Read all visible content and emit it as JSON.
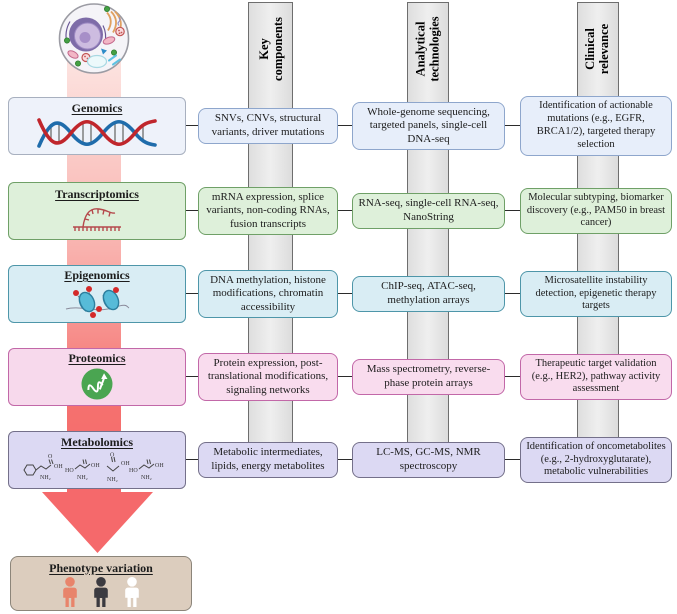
{
  "columns": [
    {
      "label": "Key\ncomponents"
    },
    {
      "label": "Analytical\ntechnologies"
    },
    {
      "label": "Clinical\nrelevance"
    }
  ],
  "rows": [
    {
      "label": "Genomics",
      "icon": "dna-helix-icon",
      "key_components": "SNVs, CNVs, structural variants, driver mutations",
      "analytical_technologies": "Whole-genome sequencing, targeted panels, single-cell DNA-seq",
      "clinical_relevance": "Identification of actionable mutations (e.g., EGFR, BRCA1/2), targeted therapy selection",
      "fill": "#e7eefa",
      "border": "#8ea6cc",
      "label_fill": "#eef2fa",
      "label_border": "#a8b0bf"
    },
    {
      "label": "Transcriptomics",
      "icon": "rna-hairpin-icon",
      "key_components": "mRNA expression, splice variants, non-coding RNAs, fusion transcripts",
      "analytical_technologies": "RNA-seq, single-cell RNA-seq, NanoString",
      "clinical_relevance": "Molecular subtyping, biomarker discovery (e.g., PAM50 in breast cancer)",
      "fill": "#def0da",
      "border": "#6fa067",
      "label_fill": "#def0da",
      "label_border": "#6fa067"
    },
    {
      "label": "Epigenomics",
      "icon": "histone-methylation-icon",
      "key_components": "DNA methylation, histone modifications, chromatin accessibility",
      "analytical_technologies": "ChIP-seq, ATAC-seq, methylation arrays",
      "clinical_relevance": "Microsatellite instability detection, epigenetic therapy targets",
      "fill": "#d9edf4",
      "border": "#4e96a9",
      "label_fill": "#d9edf4",
      "label_border": "#4e96a9"
    },
    {
      "label": "Proteomics",
      "icon": "protein-icon",
      "key_components": "Protein expression, post-translational modifications, signaling networks",
      "analytical_technologies": "Mass spectrometry, reverse-phase protein arrays",
      "clinical_relevance": "Therapeutic target validation (e.g., HER2), pathway activity assessment",
      "fill": "#f9dcee",
      "border": "#c268a8",
      "label_fill": "#f7d9ec",
      "label_border": "#c268a8"
    },
    {
      "label": "Metabolomics",
      "icon": "metabolite-molecules-icon",
      "key_components": "Metabolic intermediates, lipids, energy metabolites",
      "analytical_technologies": "LC-MS, GC-MS, NMR spectroscopy",
      "clinical_relevance": "Identification of oncometabolites (e.g., 2-hydroxyglutarate), metabolic vulnerabilities",
      "fill": "#dcd9f3",
      "border": "#74708a",
      "label_fill": "#dcd9f3",
      "label_border": "#74708a"
    }
  ],
  "phenotype": {
    "label": "Phenotype variation",
    "fill": "#dccdbe",
    "border": "#8c857a",
    "person_colors": [
      "#e8846b",
      "#3b3a40",
      "#ffffff"
    ]
  },
  "arrow_color": "#f5696b",
  "arrow_gradient_top": "#fce6e3",
  "bar_color": "#e7e7e7",
  "icons_top": "cell-illustration"
}
